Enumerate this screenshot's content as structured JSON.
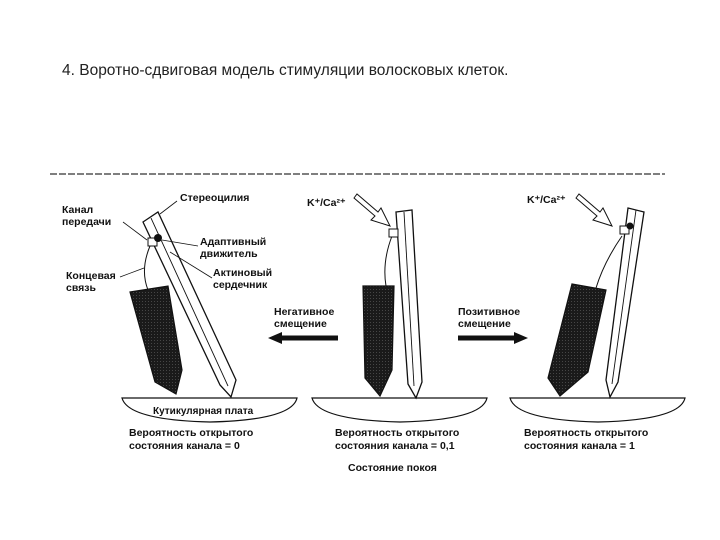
{
  "title": "4. Воротно-сдвиговая модель стимуляции волосковых клеток.",
  "labels": {
    "stereocilia": "Стереоцилия",
    "channel_line1": "Канал",
    "channel_line2": "передачи",
    "motor_line1": "Адаптивный",
    "motor_line2": "движитель",
    "actin_line1": "Актиновый",
    "actin_line2": "сердечник",
    "tiplink_line1": "Концевая",
    "tiplink_line2": "связь",
    "ion": "K⁺/Ca²⁺",
    "cuticular_plate": "Кутикулярная плата",
    "negative_line1": "Негативное",
    "negative_line2": "смещение",
    "positive_line1": "Позитивное",
    "positive_line2": "смещение",
    "resting_state": "Состояние покоя"
  },
  "panels": [
    {
      "prob_line1": "Вероятность открытого",
      "prob_line2": "состояния канала = 0"
    },
    {
      "prob_line1": "Вероятность открытого",
      "prob_line2": "состояния канала = 0,1"
    },
    {
      "prob_line1": "Вероятность открытого",
      "prob_line2": "состояния канала = 1"
    }
  ]
}
